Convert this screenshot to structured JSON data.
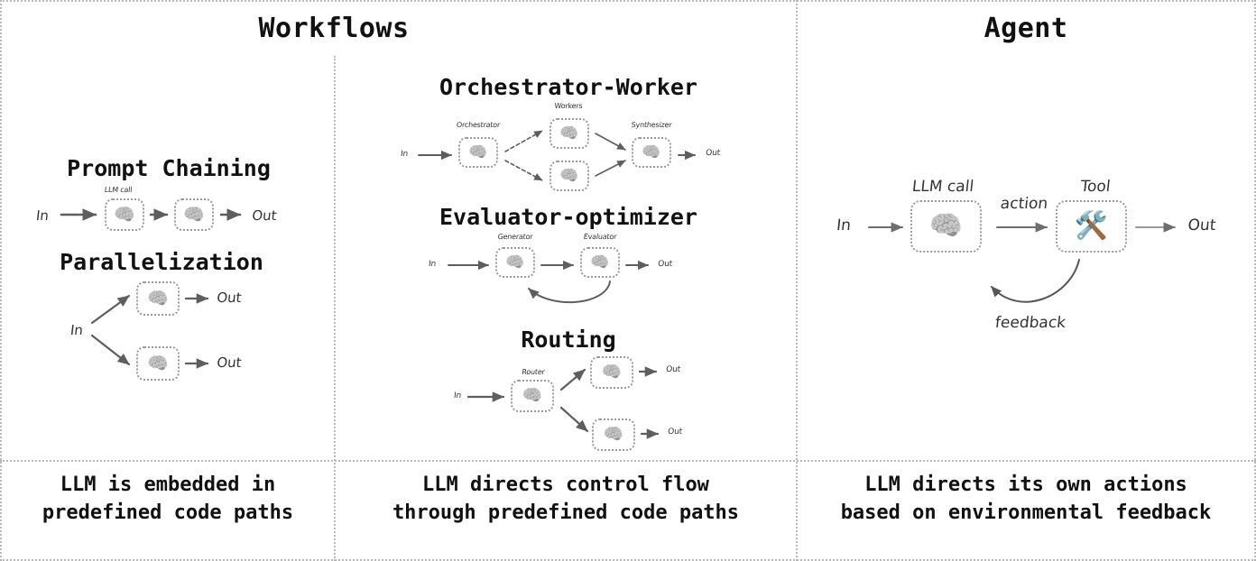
{
  "panels": {
    "workflows": {
      "title": "Workflows",
      "caption": "LLM is embedded in\npredefined code paths"
    },
    "workflows_middle": {
      "caption": "LLM directs control flow\nthrough predefined code paths"
    },
    "agent": {
      "title": "Agent",
      "caption": "LLM directs its own actions\nbased on environmental feedback"
    }
  },
  "patterns": {
    "prompt_chaining": {
      "title": "Prompt Chaining",
      "in_label": "In",
      "out_label": "Out",
      "node_label": "LLM call",
      "node_glyph": "🧠",
      "nodes": [
        "LLM call",
        ""
      ]
    },
    "parallelization": {
      "title": "Parallelization",
      "in_label": "In",
      "out_label_top": "Out",
      "out_label_bottom": "Out",
      "node_glyph": "🧠"
    },
    "orchestrator_worker": {
      "title": "Orchestrator-Worker",
      "in_label": "In",
      "out_label": "Out",
      "orchestrator_label": "Orchestrator",
      "workers_label": "Workers",
      "synthesizer_label": "Synthesizer",
      "node_glyph": "🧠"
    },
    "evaluator_optimizer": {
      "title": "Evaluator-optimizer",
      "in_label": "In",
      "out_label": "Out",
      "generator_label": "Generator",
      "evaluator_label": "Evaluator",
      "node_glyph": "🧠"
    },
    "routing": {
      "title": "Routing",
      "in_label": "In",
      "router_label": "Router",
      "out_label_top": "Out",
      "out_label_bottom": "Out",
      "node_glyph": "🧠"
    },
    "agent_loop": {
      "in_label": "In",
      "out_label": "Out",
      "llm_call_label": "LLM call",
      "action_label": "action",
      "tool_label": "Tool",
      "feedback_label": "feedback",
      "llm_glyph": "🧠",
      "tool_glyph": "🛠️"
    }
  },
  "colors": {
    "ink": "#111111",
    "line": "#6d6d6d",
    "dashed_border": "#9a9a9a",
    "divider": "#b9b9b9",
    "background": "#ffffff"
  }
}
